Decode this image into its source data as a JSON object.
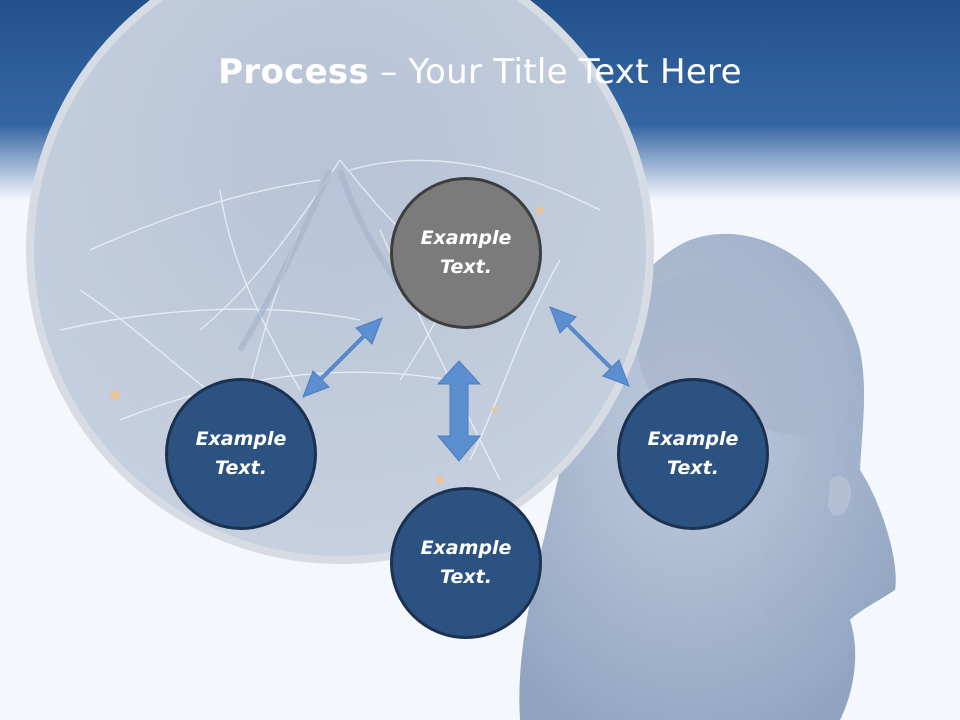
{
  "slide": {
    "title_bold": "Process",
    "title_rest": " – Your Title Text Here",
    "nodes": {
      "top": "Example Text.",
      "left": "Example Text.",
      "bottom": "Example Text.",
      "right": "Example Text."
    }
  },
  "colors": {
    "header": "#2c5d98",
    "node_blue": "#2c5282",
    "node_gray": "#7b7b7b",
    "arrow": "#5b8fcf"
  },
  "icons": [
    "double-arrow-icon"
  ]
}
